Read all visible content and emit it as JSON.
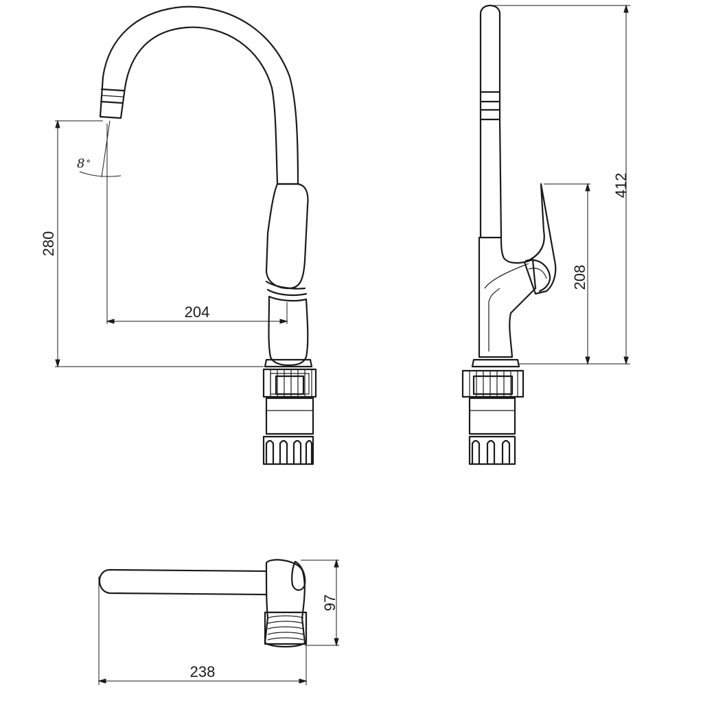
{
  "dimensions": {
    "spout_reach": "204",
    "spout_height": "280",
    "spout_angle": "8",
    "degree_symbol": "°",
    "total_height": "412",
    "lever_height": "208",
    "top_length": "238",
    "top_depth": "97"
  },
  "colors": {
    "line": "#1a1a1a",
    "background": "#ffffff"
  }
}
